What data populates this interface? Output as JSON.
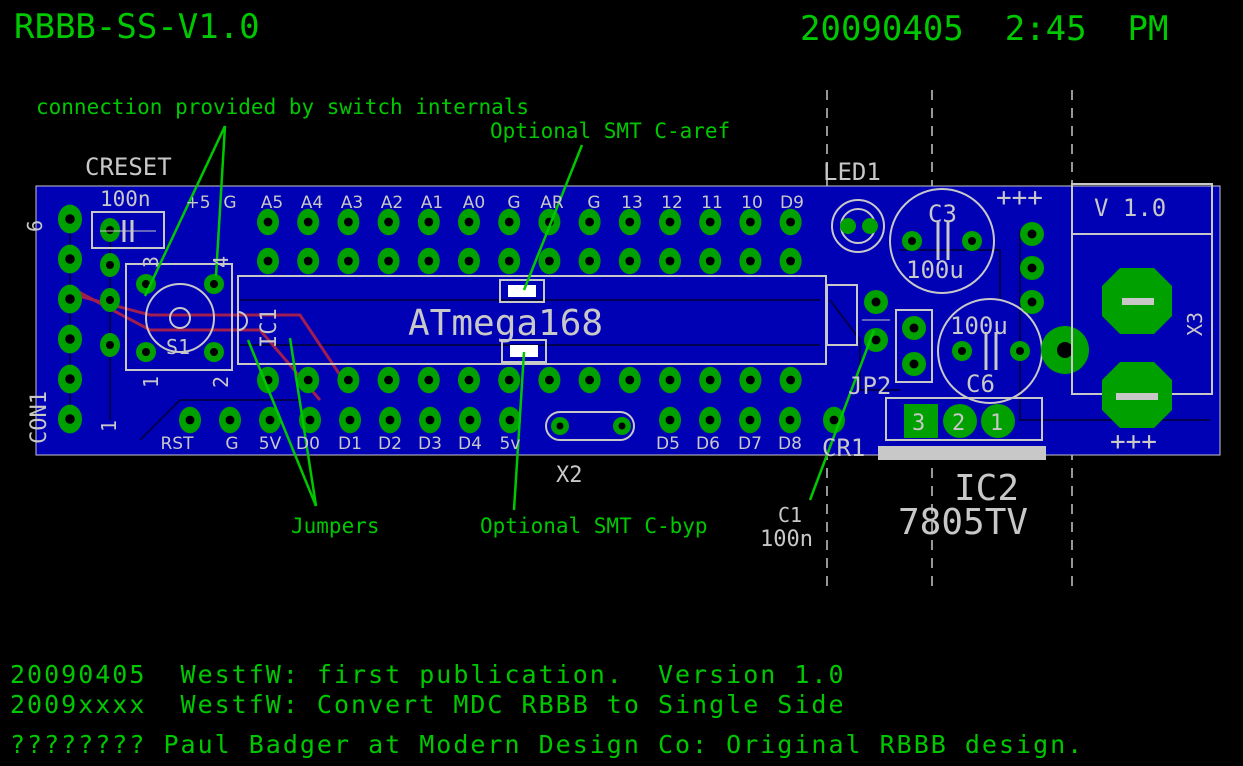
{
  "title_left": "RBBB-SS-V1.0",
  "title_right": "20090405  2:45  PM",
  "annotations": {
    "switch": "connection provided by switch internals",
    "aref": "Optional SMT C-aref",
    "jumpers": "Jumpers",
    "byp": "Optional SMT C-byp"
  },
  "components": {
    "creset_name": "CRESET",
    "creset_value": "100n",
    "mcu": "ATmega168",
    "ic1": "IC1",
    "led1": "LED1",
    "c3": "C3",
    "c3_value": "100u",
    "c6": "C6",
    "c6_value": "100u",
    "jp2": "JP2",
    "cr1": "CR1",
    "x2": "X2",
    "x3": "X3",
    "c1": "C1",
    "c1_value": "100n",
    "ic2": "IC2",
    "ic2_value": "7805TV",
    "s1": "S1",
    "con1": "CON1",
    "version": "V 1.0",
    "pin_6": "6",
    "pin_1": "1",
    "sw_3": "3",
    "sw_4": "4",
    "sw_1": "1",
    "sw_2": "2",
    "reg_3": "3",
    "reg_2": "2",
    "reg_1": "1",
    "plus_top": "+++",
    "plus_bottom": "+++"
  },
  "top_pins": [
    "+5",
    "G",
    "A5",
    "A4",
    "A3",
    "A2",
    "A1",
    "A0",
    "G",
    "AR",
    "G",
    "13",
    "12",
    "11",
    "10",
    "D9"
  ],
  "bottom_pins": [
    "RST",
    "G",
    "5V",
    "D0",
    "D1",
    "D2",
    "D3",
    "D4",
    "5v",
    "D5",
    "D6",
    "D7",
    "D8"
  ],
  "history": [
    "20090405  WestfW: first publication.  Version 1.0",
    "2009xxxx  WestfW: Convert MDC RBBB to Single Side",
    "???????? Paul Badger at Modern Design Co: Original RBBB design."
  ],
  "colors": {
    "board": "#0000b4",
    "silk": "#c8c8c8",
    "pad": "#00a000",
    "annotation": "#00c800",
    "trace": "#a01e50"
  }
}
